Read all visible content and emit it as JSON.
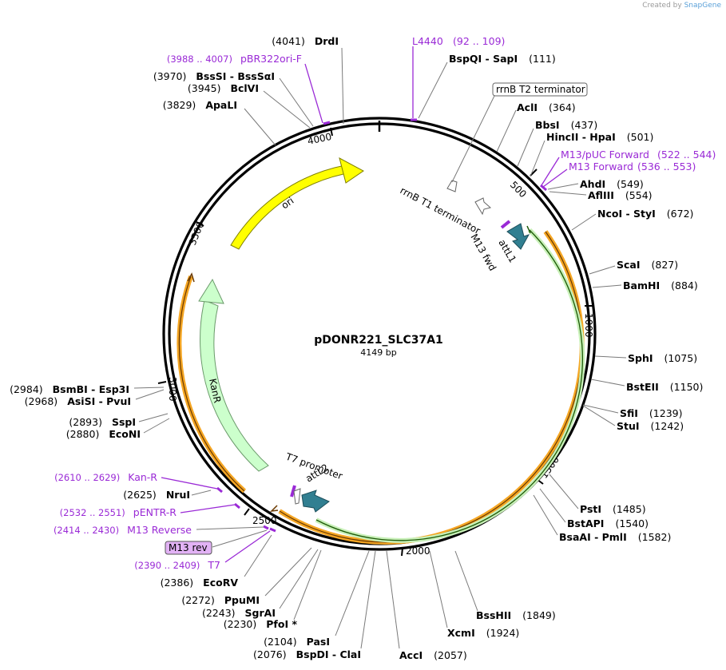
{
  "credit": {
    "prefix": "Created by",
    "brand": "SnapGene"
  },
  "plasmid": {
    "name": "pDONR221_SLC37A1",
    "size": "4149 bp"
  },
  "ticks": [
    "500",
    "1000",
    "1500",
    "2000",
    "2500",
    "3000",
    "3500",
    "4000"
  ],
  "features": {
    "ori": "ori",
    "kanr": "KanR",
    "attl1": "attL1",
    "attl2": "attL2",
    "m13fwd": "M13 fwd",
    "rrnb_t1": "rrnB T1 terminator",
    "rrnb_t2": "rrnB T2 terminator",
    "t7_promoter": "T7 promoter"
  },
  "sites_right": [
    {
      "name": "SapI",
      "prefix": "BspQI  - ",
      "pos": "(111)"
    },
    {
      "name": "AclI",
      "pos": "(364)"
    },
    {
      "name": "BbsI",
      "pos": "(437)"
    },
    {
      "name": "HpaI",
      "prefix": "HincII  - ",
      "pos": "(501)"
    },
    {
      "name": "AhdI",
      "pos": "(549)"
    },
    {
      "name": "AflIII",
      "pos": "(554)"
    },
    {
      "name": "StyI",
      "prefix": "NcoI  - ",
      "pos": "(672)"
    },
    {
      "name": "ScaI",
      "pos": "(827)"
    },
    {
      "name": "BamHI",
      "pos": "(884)"
    },
    {
      "name": "SphI",
      "pos": "(1075)"
    },
    {
      "name": "BstEII",
      "pos": "(1150)"
    },
    {
      "name": "SfiI",
      "pos": "(1239)"
    },
    {
      "name": "StuI",
      "pos": "(1242)"
    },
    {
      "name": "PstI",
      "pos": "(1485)"
    },
    {
      "name": "BstAPI",
      "pos": "(1540)"
    },
    {
      "name": "PmlI",
      "prefix": "BsaAI  - ",
      "pos": "(1582)"
    },
    {
      "name": "BssHII",
      "pos": "(1849)"
    },
    {
      "name": "XcmI",
      "pos": "(1924)"
    },
    {
      "name": "AccI",
      "pos": "(2057)"
    }
  ],
  "sites_left": [
    {
      "name": "DrdI",
      "pos": "(4041)"
    },
    {
      "name": "BssSI  - BssSαI",
      "pos": "(3970)"
    },
    {
      "name": "BclVI",
      "pos": "(3945)"
    },
    {
      "name": "ApaLI",
      "pos": "(3829)"
    },
    {
      "name": "BsmBI  - Esp3I",
      "pos": "(2984)"
    },
    {
      "name": "AsiSI  - PvuI",
      "pos": "(2968)"
    },
    {
      "name": "SspI",
      "pos": "(2893)"
    },
    {
      "name": "EcoNI",
      "pos": "(2880)"
    },
    {
      "name": "NruI",
      "pos": "(2625)"
    },
    {
      "name": "EcoRV",
      "pos": "(2386)"
    },
    {
      "name": "PpuMI",
      "pos": "(2272)"
    },
    {
      "name": "SgrAI",
      "pos": "(2243)"
    },
    {
      "name": "PfoI *",
      "pos": "(2230)"
    },
    {
      "name": "PasI",
      "pos": "(2104)"
    },
    {
      "name": "BspDI  - ClaI",
      "pos": "(2076)"
    }
  ],
  "primers": [
    {
      "name": "L4440",
      "range": "(92 .. 109)"
    },
    {
      "name": "pBR322ori-F",
      "range": "(3988 .. 4007)"
    },
    {
      "name": "M13/pUC Forward",
      "range": "(522 .. 544)"
    },
    {
      "name": "M13 Forward",
      "range": "(536 .. 553)"
    },
    {
      "name": "Kan-R",
      "range": "(2610 .. 2629)"
    },
    {
      "name": "pENTR-R",
      "range": "(2532 .. 2551)"
    },
    {
      "name": "M13 Reverse",
      "range": "(2414 .. 2430)"
    },
    {
      "name": "T7",
      "range": "(2390 .. 2409)"
    },
    {
      "name": "M13 rev"
    }
  ],
  "colors": {
    "ori": "#ffff00",
    "kanr": "#ccffcc",
    "att": "#317f91",
    "orange": "#f5a623",
    "green": "#3aa41d",
    "primer": "#9a2ad6"
  }
}
